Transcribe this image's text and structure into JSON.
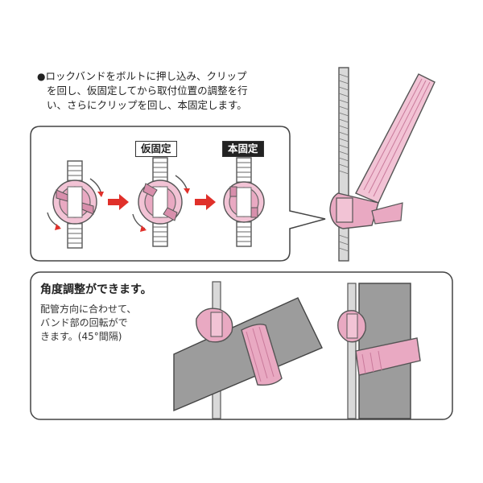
{
  "intro": {
    "bullet": "●",
    "lines": [
      "ロックバンドをボルトに押し込み、クリップ",
      "を回し、仮固定してから取付位置の調整を行",
      "い、さらにクリップを回し、本固定します。"
    ]
  },
  "steps": {
    "temporary_label": "仮固定",
    "final_label": "本固定"
  },
  "angle_panel": {
    "title": "角度調整ができます。",
    "desc_lines": [
      "配管方向に合わせて、",
      "バンド部の回転がで",
      "きます。(45°間隔)"
    ]
  },
  "colors": {
    "band_pink": "#e9a9c2",
    "band_pink_dark": "#c97a9b",
    "arrow_red": "#e0302a",
    "pipe_gray": "#9c9c9c",
    "outline": "#444444"
  }
}
